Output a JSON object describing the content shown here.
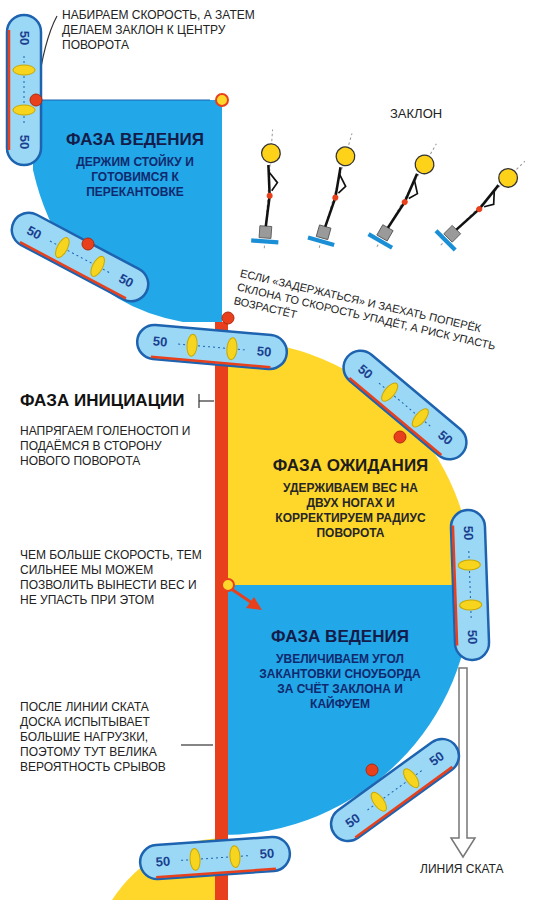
{
  "diagram": {
    "nodes": [
      {
        "text": [
          "ФАЗА ВЕДЕНИЯ",
          "ДЕРЖИМ СТОЙКУ И ГОТОВИМСЯ К ПЕРЕКАНТОВКЕ"
        ]
      },
      {
        "text": [
          "ФАЗА ОЖИДАНИЯ",
          "УДЕРЖИВАЕМ ВЕС НА ДВУХ НОГАХ И КОРРЕКТИРУЕМ РАДИУС ПОВОРОТА"
        ]
      },
      {
        "text": [
          "ФАЗА ВЕДЕНИЯ",
          "УВЕЛИЧИВАЕМ УГОЛ ЗАКАНТОВКИ СНОУБОРДА ЗА СЧЁТ ЗАКЛОНА И КАЙФУЕМ"
        ]
      }
    ],
    "labels": [
      "НАБИРАЕМ СКОРОСТЬ, А ЗАТЕМ ДЕЛАЕМ ЗАКЛОН К ЦЕНТРУ ПОВОРОТА",
      "50",
      "50",
      "ЗАКЛОН",
      "50",
      "50",
      "ЕСЛИ «ЗАДЕРЖАТЬСЯ» И ЗАЕХАТЬ ПОПЕРЁК СКЛОНА ТО СКОРОСТЬ УПАДЁТ, А РИСК УПАСТЬ ВОЗРАСТЁТ",
      "50",
      "50",
      "ФАЗА ИНИЦИАЦИИ",
      "НАПРЯГАЕМ ГОЛЕНОСТОП И ПОДАЁМСЯ В СТОРОНУ НОВОГО ПОВОРОТА",
      "50",
      "50",
      "ЧЕМ БОЛЬШЕ СКОРОСТЬ, ТЕМ СИЛЬНЕЕ МЫ МОЖЕМ ПОЗВОЛИТЬ ВЫНЕСТИ ВЕС И НЕ УПАСТЬ ПРИ ЭТОМ",
      "50",
      "50",
      "ПОСЛЕ ЛИНИИ СКАТА ДОСКА ИСПЫТЫВАЕТ БОЛЬШИЕ НАГРУЗКИ, ПОЭТОМУ ТУТ ВЕЛИКА ВЕРОЯТНОСТЬ СРЫВОВ",
      "50",
      "50",
      "50",
      "50",
      "ЛИНИЯ СКАТА"
    ]
  }
}
